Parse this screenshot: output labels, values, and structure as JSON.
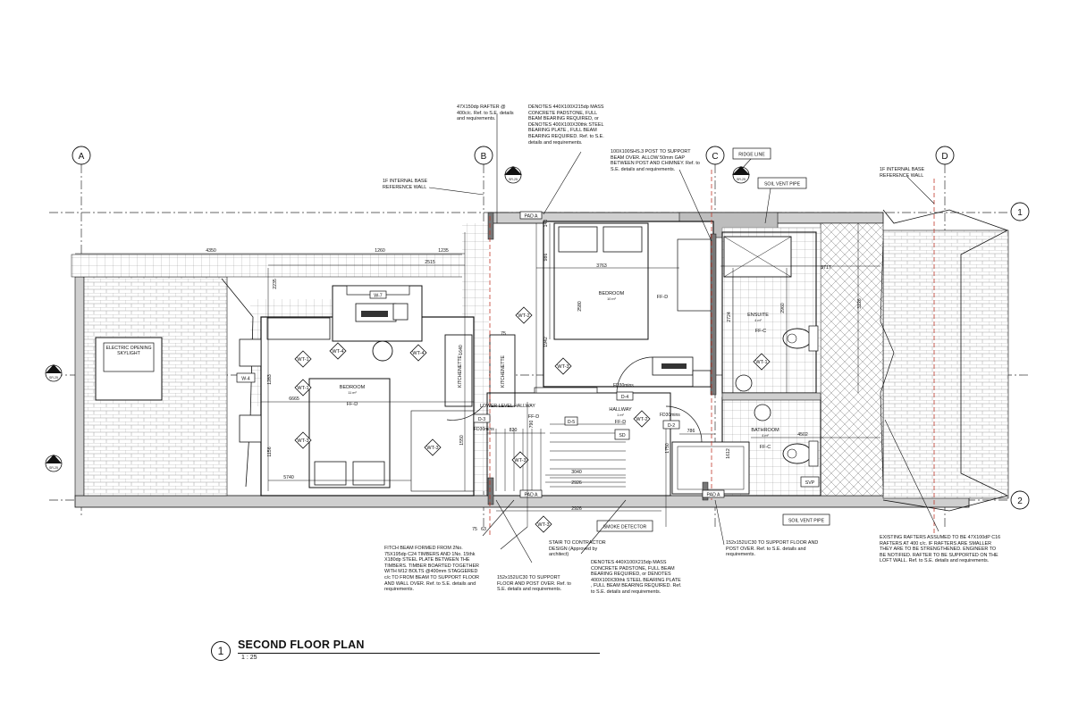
{
  "title": {
    "number": "1",
    "name": "SECOND FLOOR PLAN",
    "scale": "1 : 25"
  },
  "grid": {
    "a": "A",
    "b": "B",
    "c": "C",
    "d": "D",
    "one": "1",
    "two": "2"
  },
  "sections": {
    "tag": "1",
    "ref": "SR-25"
  },
  "rooms": {
    "bedroom1": {
      "name": "BEDROOM",
      "area": "10 m²",
      "floor": "FF-D"
    },
    "bedroom2": {
      "name": "BEDROOM",
      "area": "11 m²",
      "floor": "FF-D"
    },
    "ensuite": {
      "name": "ENSUITE",
      "area": "4 m²",
      "floor": "FF-C"
    },
    "bathroom": {
      "name": "BATHROOM",
      "area": "4 m²",
      "floor": "FF-C"
    },
    "hallway": {
      "name": "HALLWAY",
      "area": "1 m²",
      "floor": "FF-D"
    },
    "lower_hallway": {
      "name": "LOWER LEVEL HALLWAY"
    },
    "kitchenette1": "KITCHENETTE",
    "kitchenette2": "KITCHENETTE",
    "skylight": "ELECTRIC OPENING SKYLIGHT",
    "ffd": "FF-D"
  },
  "tags": {
    "wt1": "WT-1",
    "wt2": "WT-2",
    "wt3": "WT-3",
    "wt4": "WT-4",
    "w4": "W-4",
    "w7": "W-7",
    "d4": "D-4",
    "d2": "D-2",
    "d3": "D-3",
    "d5": "D-5",
    "pada": "PAD A",
    "sd": "SD",
    "svp": "SVP",
    "fd30_1": "FD30mins",
    "fd30_2": "FD30mins",
    "fd30_3": "FD30mins"
  },
  "dims": {
    "d4350": "4350",
    "d1260": "1260",
    "d1235": "1235",
    "d2515": "2515",
    "d3763": "3763",
    "d3717": "3717",
    "d6665": "6665",
    "d5740": "5740",
    "d820": "820",
    "d3040": "3040",
    "d2926a": "2926",
    "d2926b": "2926",
    "d786": "786",
    "d4502": "4502",
    "d3126": "3126",
    "d2724": "2724",
    "d2960": "2960",
    "d2580": "2580",
    "d1942": "1942",
    "d986": "986",
    "d140": "140",
    "d1283": "1283",
    "d1156": "1156",
    "d1550": "1550",
    "d1750": "1750",
    "d1612": "1612",
    "d2235": "2235",
    "d75a": "75",
    "d75b": "75",
    "d63": "63",
    "d1640": "1640",
    "d790": "790"
  },
  "labels": {
    "ridge_line": "RIDGE LINE",
    "soil_vent_pipe_top": "SOIL VENT PIPE",
    "soil_vent_pipe_bottom": "SOIL VENT PIPE",
    "smoke_detector": "SMOKE DETECTOR"
  },
  "notes": {
    "rafter": "47X150dp RAFTER @ 400c/c. Ref. to S.E. details and requirements.",
    "padstone_top": "DENOTES 440X100X215dp MASS CONCRETE PADSTONE, FULL BEAM BEARING REQUIRED, or DENOTES 400X100X30thk STEEL BEARING PLATE , FULL BEAM BEARING REQUIRED. Ref. to S.E. details and requirements.",
    "ref_wall_left": "1F INTERNAL BASE REFERENCE WALL",
    "shs_post": "100X100SHS.3 POST TO SUPPORT BEAM OVER. ALLOW 50mm GAP BETWEEN POST AND CHIMNEY. Ref. to S.E. details and requirements.",
    "ref_wall_right": "1F INTERNAL BASE REFERENCE WALL",
    "flitch": "FITCH BEAM FORMED FROM 2No. 75X195dp C24 TIMBERS AND 1No. 15thk X180dp STEEL PLATE BETWEEN THE TIMBERS. TIMBER BOARTED TOGETHER WITH M12 BOLTS @400mm STAGGERED c/c TO FROM BEAM TO SUPPORT FLOOR AND WALL OVER. Ref. to S.E. details and requirements.",
    "uc_left": "152x152UC30 TO SUPPORT FLOOR AND POST OVER. Ref. to S.E. details and requirements.",
    "stair": "STAIR TO CONTRACTOR DESIGN (Approved by architect)",
    "padstone_bottom": "DENOTES 440X100X215dp MASS CONCRETE PADSTONE, FULL BEAM BEARING REQUIRED, or DENOTES 400X100X30thk STEEL BEARING PLATE , FULL BEAM BEARING REQUIRED. Ref. to S.E. details and requirements.",
    "uc_right": "152x152UC30 TO SUPPORT FLOOR AND POST OVER. Ref. to S.E. details and requirements.",
    "existing_rafters": "EXISTING RAFTERS ASSUMED TO BE 47X100dP C16 RAFTERS AT 400 c/c. IF RAFTERS ARE SMALLER THEY ARE TO BE STRENGTHENED. ENGINEER TO BE NOTIFIED. RAFTER TO BE SUPPORTED ON THE LOFT WALL. Ref. to S.E. details and requirements."
  }
}
